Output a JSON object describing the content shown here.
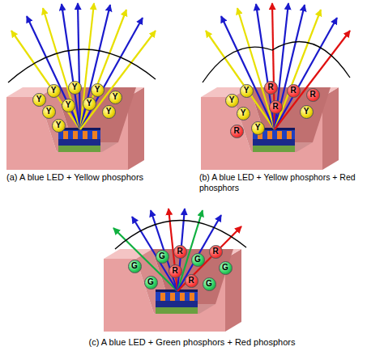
{
  "diagram": {
    "nodes": [
      {
        "text": [
          "Y"
        ]
      },
      {
        "text": [
          "Y"
        ]
      },
      {
        "text": [
          "Y"
        ]
      },
      {
        "text": [
          "Y"
        ]
      },
      {
        "text": [
          "Y"
        ]
      },
      {
        "text": [
          "Y"
        ]
      },
      {
        "text": [
          "Y"
        ]
      },
      {
        "text": [
          "Y"
        ]
      },
      {
        "text": [
          "Y"
        ]
      },
      {
        "text": [
          "Y"
        ]
      },
      {
        "text": [
          "Y"
        ]
      },
      {
        "text": [
          "Y"
        ]
      },
      {
        "text": [
          "Y"
        ]
      },
      {
        "text": [
          "Y"
        ]
      },
      {
        "text": [
          "Y"
        ]
      },
      {
        "text": [
          "R"
        ]
      },
      {
        "text": [
          "R"
        ]
      },
      {
        "text": [
          "R"
        ]
      },
      {
        "text": [
          "R"
        ]
      },
      {
        "text": [
          "R"
        ]
      },
      {
        "text": [
          "G"
        ]
      },
      {
        "text": [
          "G"
        ]
      },
      {
        "text": [
          "G"
        ]
      },
      {
        "text": [
          "G"
        ]
      },
      {
        "text": [
          "G"
        ]
      },
      {
        "text": [
          "G"
        ]
      },
      {
        "text": [
          "R"
        ]
      },
      {
        "text": [
          "R"
        ]
      },
      {
        "text": [
          "R"
        ]
      },
      {
        "text": [
          "R"
        ]
      }
    ],
    "labels": [
      "(a) A blue LED + Yellow phosphors",
      "(b) A blue LED + Yellow phosphors + Red phosphors",
      "(c) A blue LED + Green phosphors + Red phosphors"
    ]
  }
}
